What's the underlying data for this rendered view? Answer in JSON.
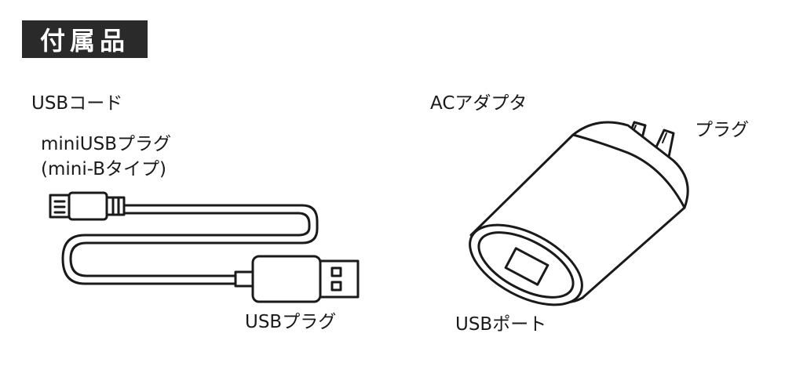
{
  "title": "付属品",
  "usb_cord": {
    "label": "USBコード",
    "mini_plug_label": "miniUSBプラグ",
    "mini_plug_type": "(mini-Bタイプ)",
    "usb_plug_label": "USBプラグ"
  },
  "ac_adapter": {
    "label": "ACアダプタ",
    "plug_label": "プラグ",
    "usb_port_label": "USBポート"
  }
}
